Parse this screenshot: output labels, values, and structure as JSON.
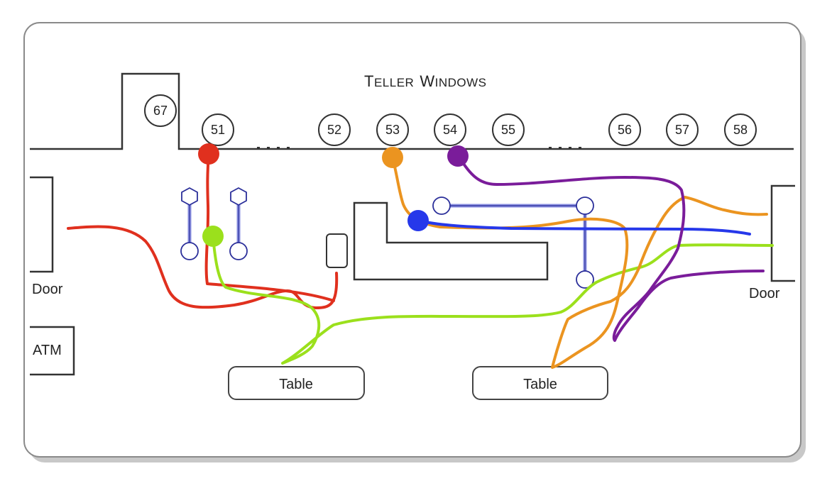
{
  "title": {
    "initial_1": "T",
    "rest_1": "ELLER",
    "initial_2": "W",
    "rest_2": "INDOWS"
  },
  "windows": [
    {
      "number": "67"
    },
    {
      "number": "51"
    },
    {
      "number": "52"
    },
    {
      "number": "53"
    },
    {
      "number": "54"
    },
    {
      "number": "55"
    },
    {
      "number": "56"
    },
    {
      "number": "57"
    },
    {
      "number": "58"
    }
  ],
  "labels": {
    "door_left": "Door",
    "door_right": "Door",
    "atm": "ATM",
    "table_left": "Table",
    "table_right": "Table"
  },
  "paths": [
    {
      "id": "red",
      "color": "#e0301e"
    },
    {
      "id": "green",
      "color": "#9be01c"
    },
    {
      "id": "orange",
      "color": "#eb9420"
    },
    {
      "id": "blue",
      "color": "#2638ea"
    },
    {
      "id": "purple",
      "color": "#7a1c9a"
    }
  ],
  "colors": {
    "outline": "#333333",
    "stanchion": "#2b2f9a",
    "stanchion_rope": "#8a8fe0"
  }
}
